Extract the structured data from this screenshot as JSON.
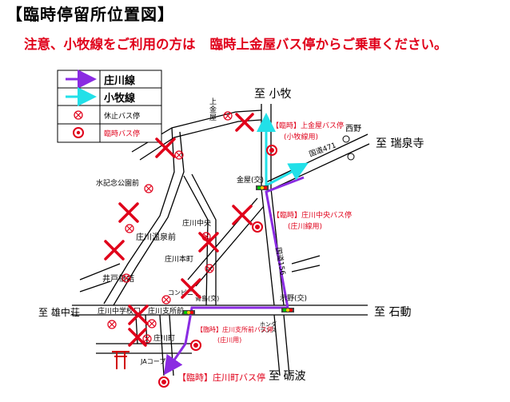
{
  "title": "【臨時停留所位置図】",
  "notice": {
    "part1": "注意、小牧線をご利用の方は",
    "part2": "臨時上金屋バス停からご乗車ください。"
  },
  "legend": {
    "shogawa_line": "庄川線",
    "komaki_line": "小牧線",
    "closed_stop": "休止バス停",
    "temp_stop": "臨時バス停"
  },
  "colors": {
    "shogawa": "#8a2be2",
    "komaki": "#22e0e8",
    "stop_red": "#e0001a"
  },
  "directions": {
    "north": "至 小牧",
    "east": "至 瑞泉寺",
    "east2": "至 石動",
    "west": "至 雄中荘",
    "south": "至 砺波"
  },
  "places": {
    "kamikanaya": "上\n金\n屋",
    "nishino": "西野",
    "route471": "国道471",
    "kanaya_signal": "金屋(交)",
    "mizu_park": "水記念公園前",
    "shogawa_chuo": "庄川中央",
    "onsen": "庄川温泉前",
    "honmachi": "庄川本町",
    "totobashi": "井戸橋詰",
    "convenience": "コンビニ",
    "aomadori": "青島(交)",
    "chugakko": "庄川中学校口",
    "shisho": "庄川支所前",
    "shogawacho": "庄川町",
    "jrcoop": "JAコープ",
    "route156": "国道156",
    "shimono": "示野(交)",
    "ent": "ホンダ\nランス"
  },
  "temp_stops": {
    "kamikanaya": "【臨時】上金屋バス停",
    "kamikanaya_sub": "(小牧線用)",
    "chuo": "【臨時】庄川中央バス停",
    "chuo_sub": "(庄川線用)",
    "shisho": "【臨時】庄川支所前バス停",
    "shisho_sub": "(庄川用)",
    "shogawacho": "【臨時】庄川町バス停"
  }
}
